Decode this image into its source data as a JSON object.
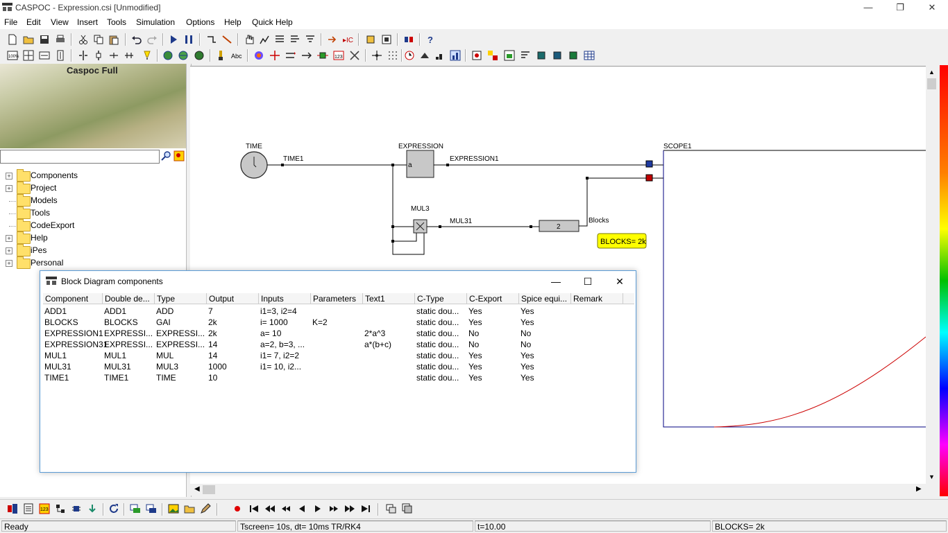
{
  "window": {
    "title": "CASPOC - Expression.csi [Unmodified]",
    "minimize_glyph": "—",
    "restore_glyph": "❐",
    "close_glyph": "✕"
  },
  "menu": [
    "File",
    "Edit",
    "View",
    "Insert",
    "Tools",
    "Simulation",
    "Options",
    "Help",
    "Quick Help"
  ],
  "left_panel": {
    "banner_title": "Caspoc Full",
    "tree": [
      {
        "label": "Components",
        "expandable": true
      },
      {
        "label": "Project",
        "expandable": true
      },
      {
        "label": "Models",
        "expandable": false
      },
      {
        "label": "Tools",
        "expandable": false
      },
      {
        "label": "CodeExport",
        "expandable": false
      },
      {
        "label": "Help",
        "expandable": true
      },
      {
        "label": "iPes",
        "expandable": true
      },
      {
        "label": "Personal",
        "expandable": true
      }
    ]
  },
  "diagram": {
    "time_block": {
      "title": "TIME",
      "node": "TIME1"
    },
    "expression_block": {
      "title": "EXPRESSION",
      "input": "a",
      "node": "EXPRESSION1"
    },
    "mul_block": {
      "title": "MUL3",
      "node": "MUL31"
    },
    "gain_block": {
      "value": "2",
      "node": "Blocks"
    },
    "scope": {
      "title": "SCOPE1"
    },
    "badge": "BLOCKS= 2k",
    "colors": {
      "wire": "#000000",
      "block_fill": "#c8c8c8",
      "badge_fill": "#ffff00",
      "trace": "#cc0000",
      "scope_border": "#000080"
    }
  },
  "dialog": {
    "title": "Block Diagram components",
    "columns": [
      "Component",
      "Double de...",
      "Type",
      "Output",
      "Inputs",
      "Parameters",
      "Text1",
      "C-Type",
      "C-Export",
      "Spice equi...",
      "Remark"
    ],
    "rows": [
      [
        "ADD1",
        "ADD1",
        "ADD",
        "7",
        "i1=3, i2=4",
        "",
        "",
        "static dou...",
        "Yes",
        "Yes",
        ""
      ],
      [
        "BLOCKS",
        "BLOCKS",
        "GAI",
        "2k",
        "i= 1000",
        "K=2",
        "",
        "static dou...",
        "Yes",
        "Yes",
        ""
      ],
      [
        "EXPRESSION1",
        "EXPRESSI...",
        "EXPRESSI...",
        "2k",
        "a= 10",
        "",
        "2*a^3",
        "static dou...",
        "No",
        "No",
        ""
      ],
      [
        "EXPRESSION31",
        "EXPRESSI...",
        "EXPRESSI...",
        "14",
        "a=2, b=3, ...",
        "",
        "a*(b+c)",
        "static dou...",
        "No",
        "No",
        ""
      ],
      [
        "MUL1",
        "MUL1",
        "MUL",
        "14",
        "i1= 7, i2=2",
        "",
        "",
        "static dou...",
        "Yes",
        "Yes",
        ""
      ],
      [
        "MUL31",
        "MUL31",
        "MUL3",
        "1000",
        "i1= 10, i2...",
        "",
        "",
        "static dou...",
        "Yes",
        "Yes",
        ""
      ],
      [
        "TIME1",
        "TIME1",
        "TIME",
        "10",
        "",
        "",
        "",
        "static dou...",
        "Yes",
        "Yes",
        ""
      ]
    ]
  },
  "status": {
    "ready": "Ready",
    "tscreen": "Tscreen= 10s, dt= 10ms TR/RK4",
    "time": "t=10.00",
    "blocks": "BLOCKS= 2k"
  }
}
